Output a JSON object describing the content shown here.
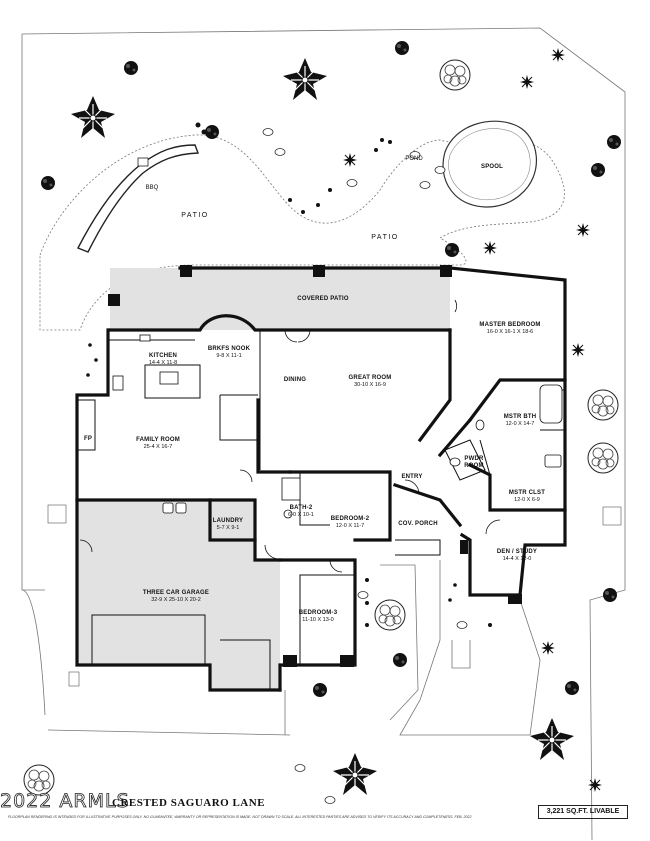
{
  "rooms": {
    "patio": "PATIO",
    "patio2": "PATIO",
    "bbq": "BBQ",
    "pond": "POND",
    "spool": "SPOOL",
    "covered_patio": "COVERED PATIO",
    "master_bedroom": {
      "name": "MASTER BEDROOM",
      "dims": "16-0 X 16-1 X 18-6"
    },
    "brkfs_nook": {
      "name": "BRKFS NOOK",
      "dims": "9-8 X 11-1"
    },
    "kitchen": {
      "name": "KITCHEN",
      "dims": "14-4 X 11-8"
    },
    "dining": "DINING",
    "great_room": {
      "name": "GREAT ROOM",
      "dims": "30-10 X 16-9"
    },
    "mstr_bth": {
      "name": "MSTR BTH",
      "dims": "12-0 X 14-7"
    },
    "family_room": {
      "name": "FAMILY ROOM",
      "dims": "25-4 X 16-7"
    },
    "fp": "FP",
    "pwdr_room": {
      "name": "PWDR",
      "name2": "ROOM"
    },
    "entry": "ENTRY",
    "mstr_clst": {
      "name": "MSTR CLST",
      "dims": "12-0 X 6-9"
    },
    "laundry": {
      "name": "LAUNDRY",
      "dims": "5-7 X 9-1"
    },
    "bath2": {
      "name": "BATH-2",
      "dims": "6-0 X 10-1"
    },
    "bedroom2": {
      "name": "BEDROOM-2",
      "dims": "12-0 X 11-7"
    },
    "cov_porch": "COV. PORCH",
    "den_study": {
      "name": "DEN / STUDY",
      "dims": "14-4 X 12-0"
    },
    "garage": {
      "name": "THREE CAR GARAGE",
      "dims": "32-9 X 25-10 X 20-2"
    },
    "bedroom3": {
      "name": "BEDROOM-3",
      "dims": "11-10 X 13-0"
    }
  },
  "footer": {
    "watermark": "2022 ARMLS",
    "street": "CRESTED SAGUARO LANE",
    "disclaimer": "FLOORPLAN RENDERING IS INTENDED FOR ILLUSTRATIVE PURPOSES ONLY. NO GUARANTEE, WARRANTY OR REPRESENTATION IS MADE. NOT DRAWN TO SCALE. ALL INTERESTED PARTIES ARE ADVISED TO VERIFY ITS ACCURACY AND COMPLETENESS. FEB. 2022",
    "sqft": "3,221 SQ.FT. LIVABLE"
  }
}
